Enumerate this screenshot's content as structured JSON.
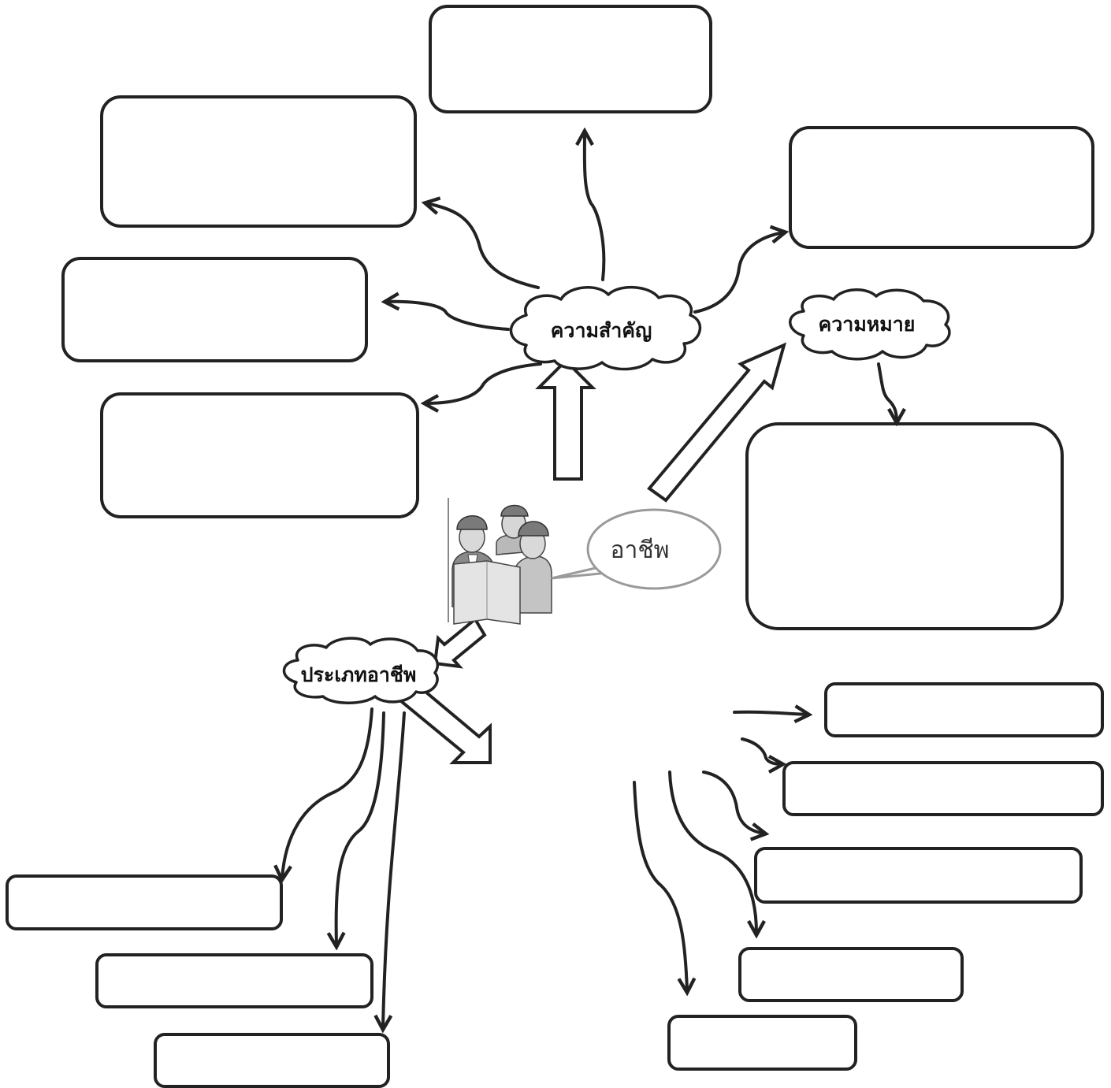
{
  "center": {
    "label": "อาชีพ"
  },
  "topics": {
    "importance": "ความสำคัญ",
    "meaning": "ความหมาย",
    "types": "ประเภทอาชีพ"
  },
  "illustration": {
    "name": "workers-reading-blueprint"
  },
  "colors": {
    "stroke": "#222222",
    "bubble_stroke": "#9a9a9a",
    "background": "#ffffff"
  }
}
